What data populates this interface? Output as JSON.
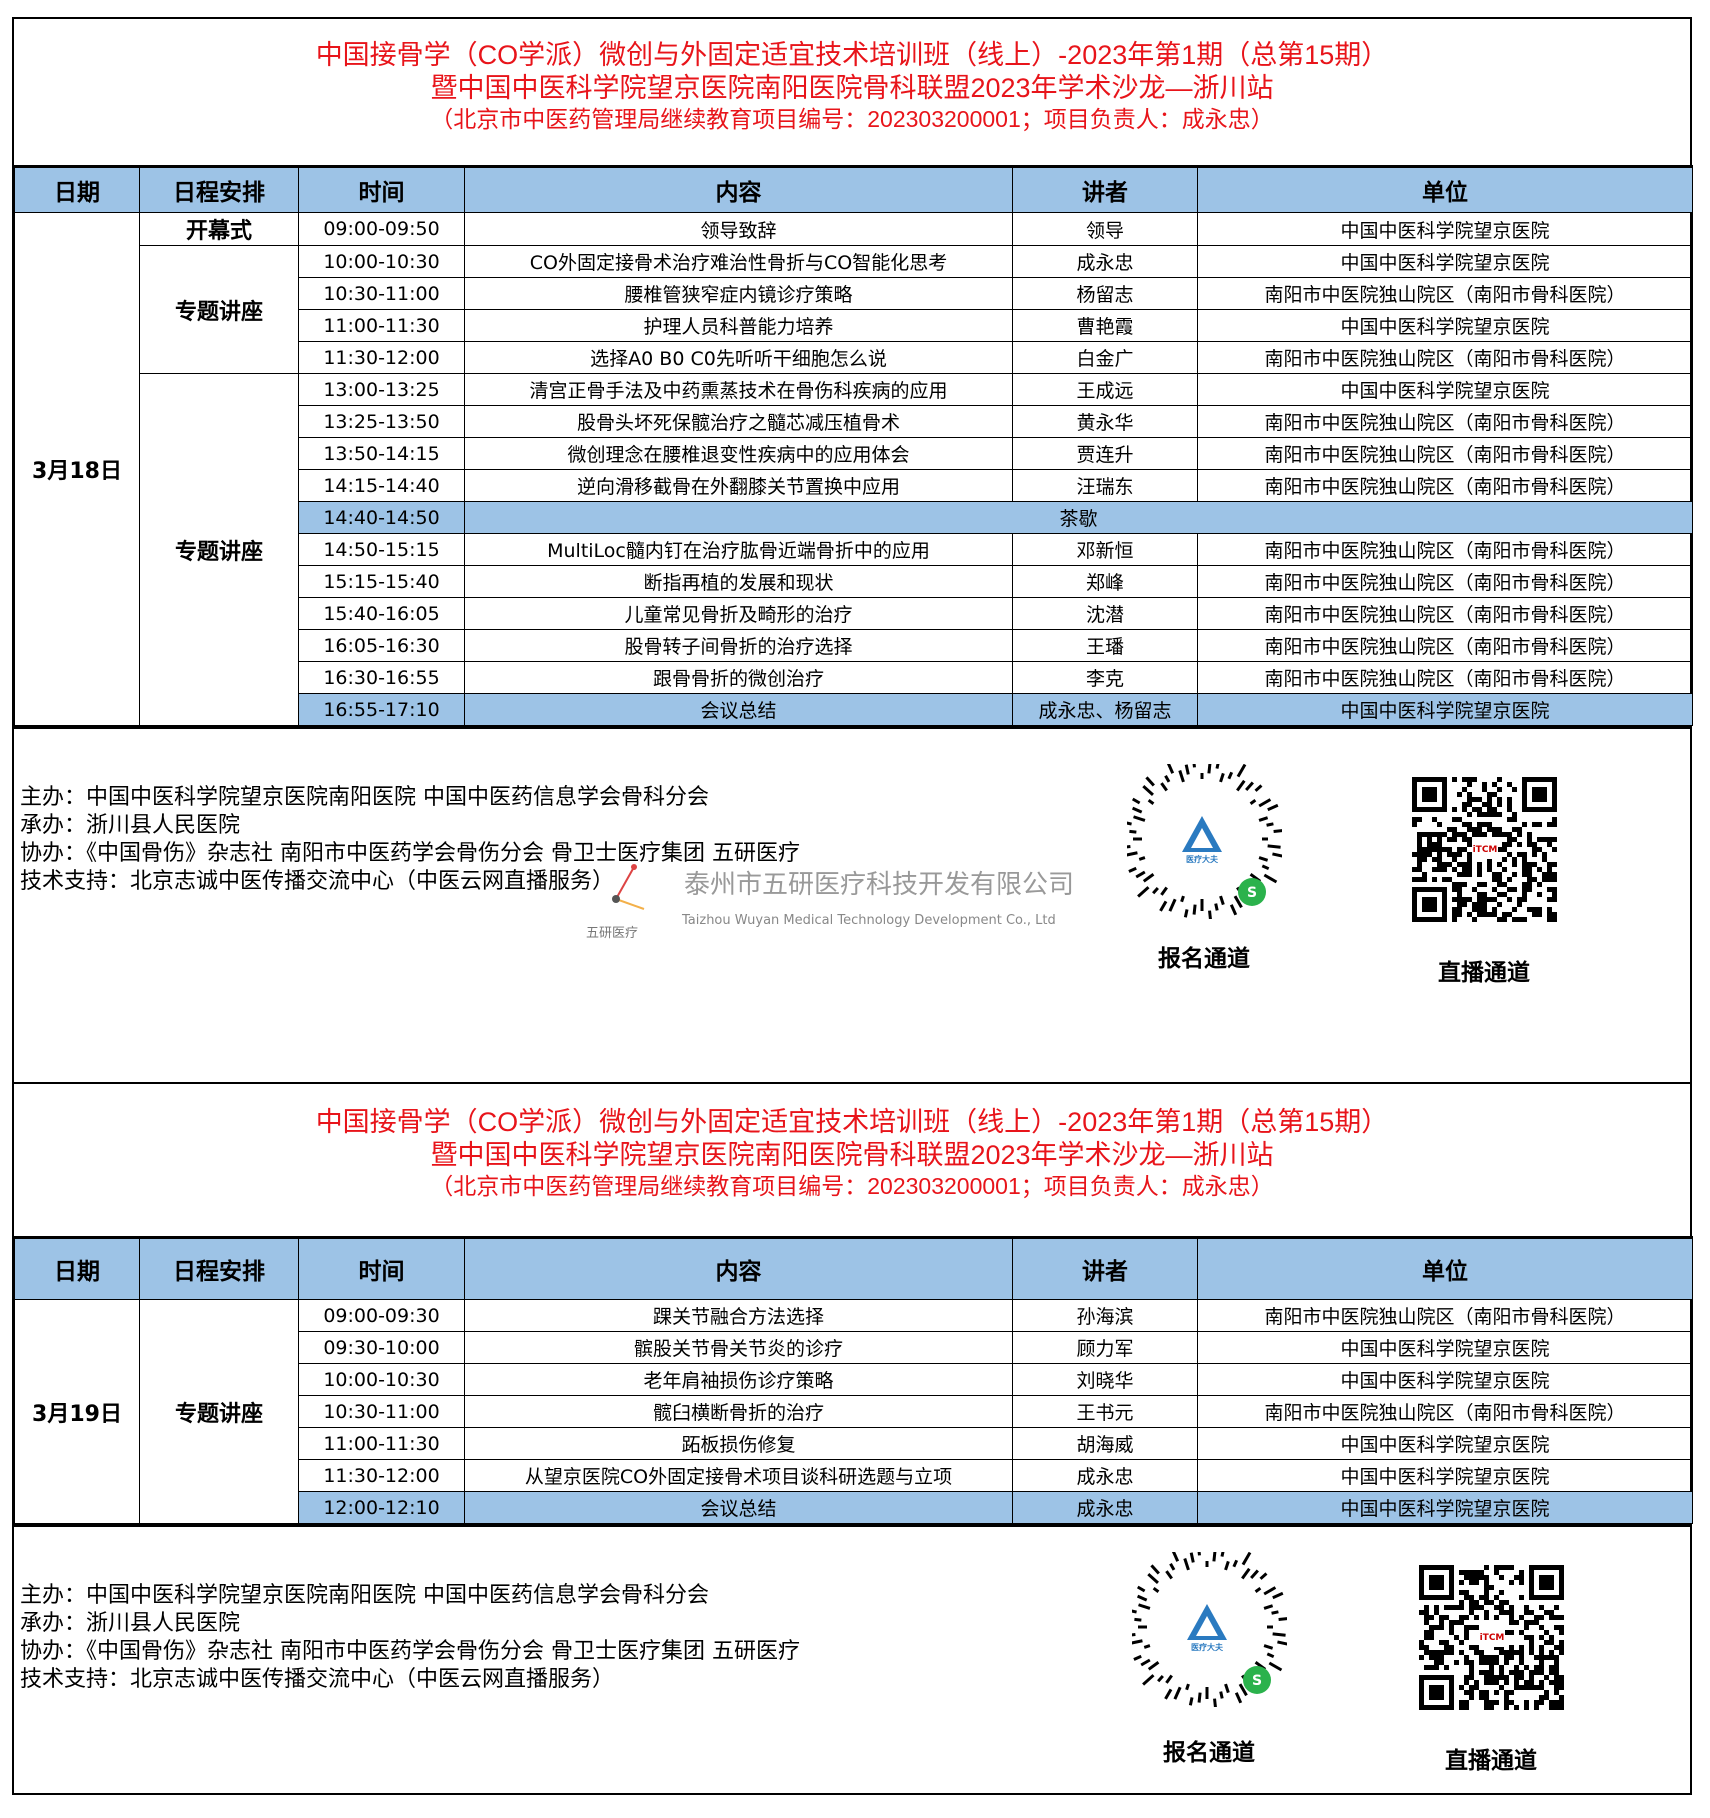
{
  "sections": [
    {
      "title": {
        "line1": "中国接骨学（CO学派）微创与外固定适宜技术培训班（线上）-2023年第1期（总第15期）",
        "line2": "暨中国中医科学院望京医院南阳医院骨科联盟2023年学术沙龙—浙川站",
        "line3": "（北京市中医药管理局继续教育项目编号：202303200001；项目负责人：成永忠）"
      },
      "headers": [
        "日期",
        "日程安排",
        "时间",
        "内容",
        "讲者",
        "单位"
      ],
      "date": "3月18日",
      "groups": [
        "开幕式",
        "专题讲座",
        "专题讲座"
      ],
      "rows": [
        {
          "time": "09:00-09:50",
          "content": "领导致辞",
          "speaker": "领导",
          "unit": "中国中医科学院望京医院"
        },
        {
          "time": "10:00-10:30",
          "content": "CO外固定接骨术治疗难治性骨折与CO智能化思考",
          "speaker": "成永忠",
          "unit": "中国中医科学院望京医院"
        },
        {
          "time": "10:30-11:00",
          "content": "腰椎管狭窄症内镜诊疗策略",
          "speaker": "杨留志",
          "unit": "南阳市中医院独山院区（南阳市骨科医院）"
        },
        {
          "time": "11:00-11:30",
          "content": "护理人员科普能力培养",
          "speaker": "曹艳霞",
          "unit": "中国中医科学院望京医院"
        },
        {
          "time": "11:30-12:00",
          "content": "选择A0  B0  C0先听听干细胞怎么说",
          "speaker": "白金广",
          "unit": "南阳市中医院独山院区（南阳市骨科医院）"
        },
        {
          "time": "13:00-13:25",
          "content": "清宫正骨手法及中药熏蒸技术在骨伤科疾病的应用",
          "speaker": "王成远",
          "unit": "中国中医科学院望京医院"
        },
        {
          "time": "13:25-13:50",
          "content": "股骨头坏死保髋治疗之髓芯减压植骨术",
          "speaker": "黄永华",
          "unit": "南阳市中医院独山院区（南阳市骨科医院）"
        },
        {
          "time": "13:50-14:15",
          "content": "微创理念在腰椎退变性疾病中的应用体会",
          "speaker": "贾连升",
          "unit": "南阳市中医院独山院区（南阳市骨科医院）"
        },
        {
          "time": "14:15-14:40",
          "content": "逆向滑移截骨在外翻膝关节置换中应用",
          "speaker": "汪瑞东",
          "unit": "南阳市中医院独山院区（南阳市骨科医院）"
        },
        {
          "time": "14:40-14:50",
          "content": "茶歇",
          "speaker": "",
          "unit": "",
          "break": true
        },
        {
          "time": "14:50-15:15",
          "content": "MultiLoc髓内钉在治疗肱骨近端骨折中的应用",
          "speaker": "邓新恒",
          "unit": "南阳市中医院独山院区（南阳市骨科医院）"
        },
        {
          "time": "15:15-15:40",
          "content": "断指再植的发展和现状",
          "speaker": "郑峰",
          "unit": "南阳市中医院独山院区（南阳市骨科医院）"
        },
        {
          "time": "15:40-16:05",
          "content": "儿童常见骨折及畸形的治疗",
          "speaker": "沈潜",
          "unit": "南阳市中医院独山院区（南阳市骨科医院）"
        },
        {
          "time": "16:05-16:30",
          "content": "股骨转子间骨折的治疗选择",
          "speaker": "王璠",
          "unit": "南阳市中医院独山院区（南阳市骨科医院）"
        },
        {
          "time": "16:30-16:55",
          "content": "跟骨骨折的微创治疗",
          "speaker": "李克",
          "unit": "南阳市中医院独山院区（南阳市骨科医院）"
        },
        {
          "time": "16:55-17:10",
          "content": "会议总结",
          "speaker": "成永忠、杨留志",
          "unit": "中国中医科学院望京医院",
          "hl": true
        }
      ],
      "footer": {
        "host": "主办：中国中医科学院望京医院南阳医院   中国中医药信息学会骨科分会",
        "organizer": "承办：浙川县人民医院",
        "co": "协办：《中国骨伤》杂志社   南阳市中医药学会骨伤分会   骨卫士医疗集团   五研医疗",
        "tech": "技术支持：北京志诚中医传播交流中心（中医云网直播服务）",
        "qr1": "报名通道",
        "qr2": "直播通道",
        "wm_cn": "泰州市五研医疗科技开发有限公司",
        "wm_en": "Taizhou Wuyan Medical Technology Development Co., Ltd",
        "wm_logo": "五研医疗"
      }
    },
    {
      "title": {
        "line1": "中国接骨学（CO学派）微创与外固定适宜技术培训班（线上）-2023年第1期（总第15期）",
        "line2": "暨中国中医科学院望京医院南阳医院骨科联盟2023年学术沙龙—浙川站",
        "line3": "（北京市中医药管理局继续教育项目编号：202303200001；项目负责人：成永忠）"
      },
      "headers": [
        "日期",
        "日程安排",
        "时间",
        "内容",
        "讲者",
        "单位"
      ],
      "date": "3月19日",
      "groups": [
        "专题讲座"
      ],
      "rows": [
        {
          "time": "09:00-09:30",
          "content": "踝关节融合方法选择",
          "speaker": "孙海滨",
          "unit": "南阳市中医院独山院区（南阳市骨科医院）"
        },
        {
          "time": "09:30-10:00",
          "content": "髌股关节骨关节炎的诊疗",
          "speaker": "顾力军",
          "unit": "中国中医科学院望京医院"
        },
        {
          "time": "10:00-10:30",
          "content": "老年肩袖损伤诊疗策略",
          "speaker": "刘晓华",
          "unit": "中国中医科学院望京医院"
        },
        {
          "time": "10:30-11:00",
          "content": "髋臼横断骨折的治疗",
          "speaker": "王书元",
          "unit": "南阳市中医院独山院区（南阳市骨科医院）"
        },
        {
          "time": "11:00-11:30",
          "content": "跖板损伤修复",
          "speaker": "胡海威",
          "unit": "中国中医科学院望京医院"
        },
        {
          "time": "11:30-12:00",
          "content": "从望京医院CO外固定接骨术项目谈科研选题与立项",
          "speaker": "成永忠",
          "unit": "中国中医科学院望京医院"
        },
        {
          "time": "12:00-12:10",
          "content": "会议总结",
          "speaker": "成永忠",
          "unit": "中国中医科学院望京医院",
          "hl": true
        }
      ],
      "footer": {
        "host": "主办：中国中医科学院望京医院南阳医院   中国中医药信息学会骨科分会",
        "organizer": "承办：浙川县人民医院",
        "co": "协办：《中国骨伤》杂志社   南阳市中医药学会骨伤分会   骨卫士医疗集团   五研医疗",
        "tech": "技术支持：北京志诚中医传播交流中心（中医云网直播服务）",
        "qr1": "报名通道",
        "qr2": "直播通道"
      }
    }
  ],
  "colors": {
    "title": "#e8141a",
    "header_bg": "#9dc3e6"
  }
}
